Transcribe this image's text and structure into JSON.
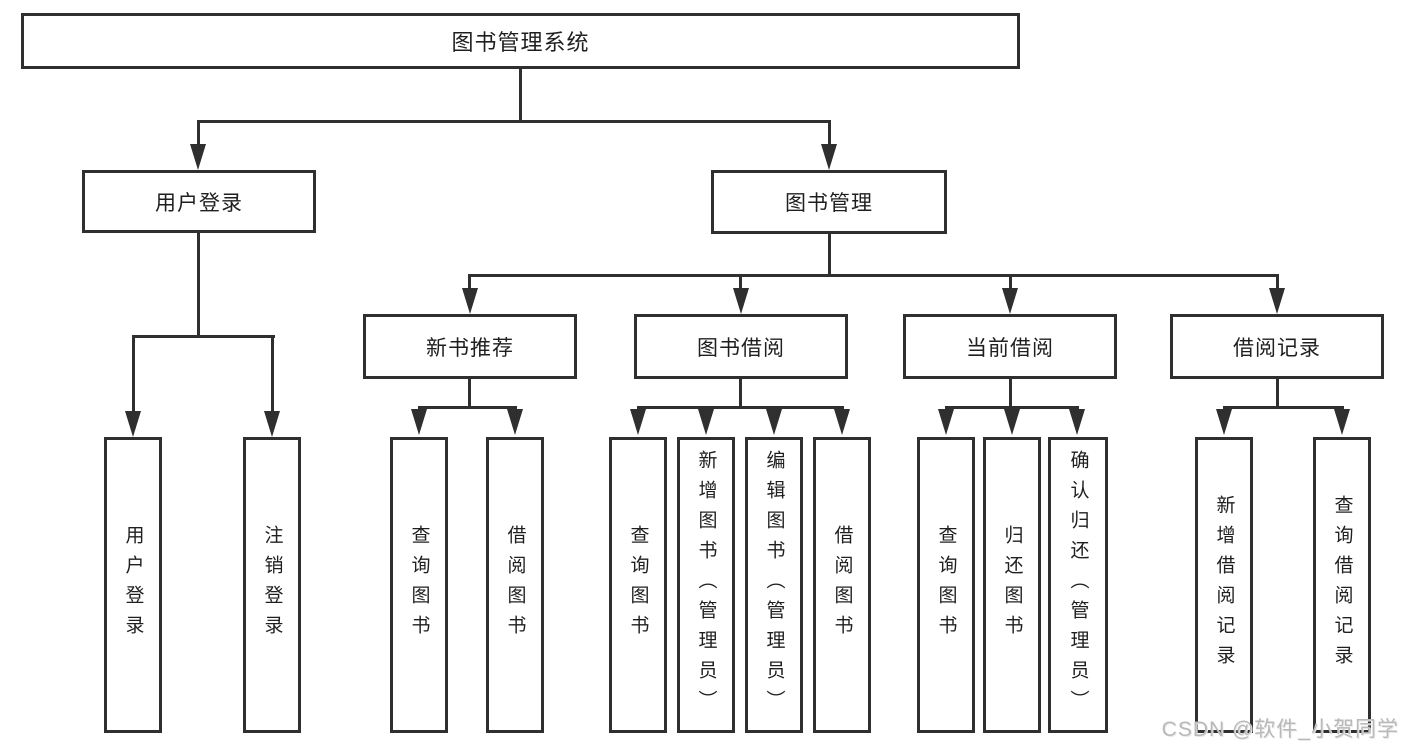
{
  "diagram": {
    "title": "图书管理系统",
    "colors": {
      "line": "#2f2f2f",
      "border": "#2f2f2f",
      "text": "#1f1f1f",
      "background": "#ffffff",
      "watermark": "#b9b9b9"
    },
    "nodes": {
      "root": {
        "label": "图书管理系统"
      },
      "level2": [
        {
          "label": "用户登录"
        },
        {
          "label": "图书管理"
        }
      ],
      "level3": [
        {
          "label": "新书推荐"
        },
        {
          "label": "图书借阅"
        },
        {
          "label": "当前借阅"
        },
        {
          "label": "借阅记录"
        }
      ],
      "level4": {
        "user_login": [
          {
            "label": "用户登录"
          },
          {
            "label": "注销登录"
          }
        ],
        "new_book_recommend": [
          {
            "label": "查询图书"
          },
          {
            "label": "借阅图书"
          }
        ],
        "book_borrow": [
          {
            "label": "查询图书"
          },
          {
            "label": "新增图书（管理员）"
          },
          {
            "label": "编辑图书（管理员）"
          },
          {
            "label": "借阅图书"
          }
        ],
        "current_borrow": [
          {
            "label": "查询图书"
          },
          {
            "label": "归还图书"
          },
          {
            "label": "确认归还（管理员）"
          }
        ],
        "borrow_record": [
          {
            "label": "新增借阅记录"
          },
          {
            "label": "查询借阅记录"
          }
        ]
      }
    },
    "watermark": {
      "text": "CSDN @软件_小贺同学"
    }
  }
}
